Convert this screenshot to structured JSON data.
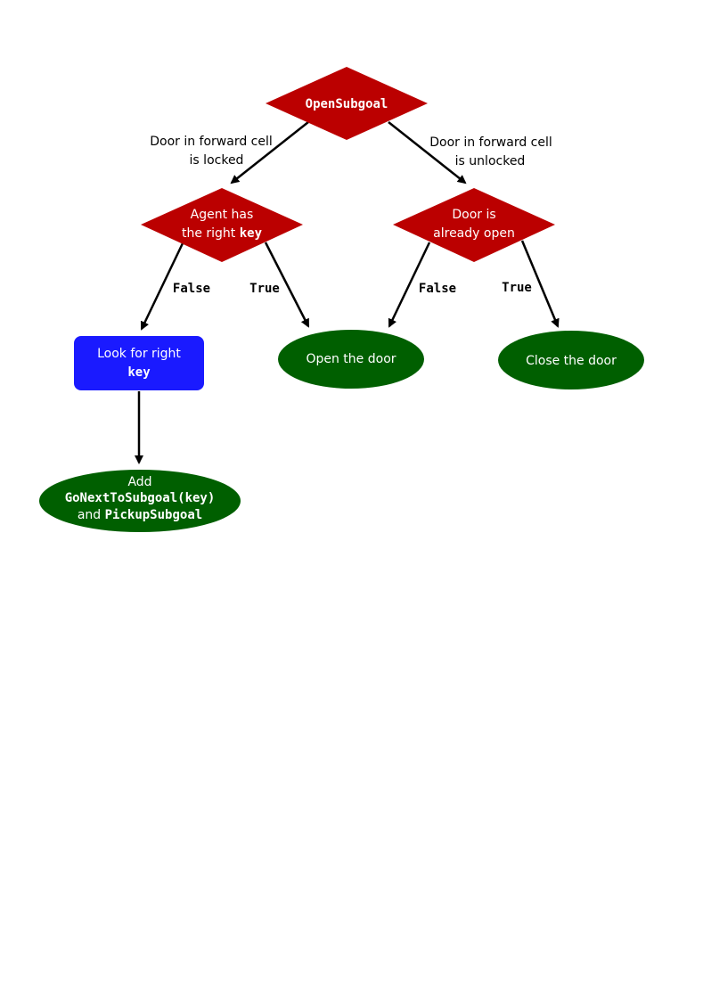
{
  "colors": {
    "decision": "#bb0000",
    "action": "#005f00",
    "process": "#1a1aff",
    "edge": "#000000"
  },
  "nodes": {
    "root": {
      "label": "OpenSubgoal"
    },
    "agent_has_key": {
      "line1": "Agent has",
      "line2_prefix": "the right ",
      "line2_code": "key"
    },
    "door_open": {
      "line1": "Door is",
      "line2": "already open"
    },
    "look_for_key": {
      "line1": "Look for right",
      "line2_code": "key"
    },
    "open_door": {
      "label": "Open the door"
    },
    "close_door": {
      "label": "Close the door"
    },
    "add_subgoals": {
      "line1": "Add",
      "line2_code": "GoNextToSubgoal(key)",
      "line3_prefix": "and ",
      "line3_code": "PickupSubgoal"
    }
  },
  "edges": {
    "locked": {
      "line1": "Door in forward cell",
      "line2": "is locked"
    },
    "unlocked": {
      "line1": "Door in forward cell",
      "line2": "is unlocked"
    },
    "key_false": {
      "label": "False"
    },
    "key_true": {
      "label": "True"
    },
    "open_false": {
      "label": "False"
    },
    "open_true": {
      "label": "True"
    }
  }
}
